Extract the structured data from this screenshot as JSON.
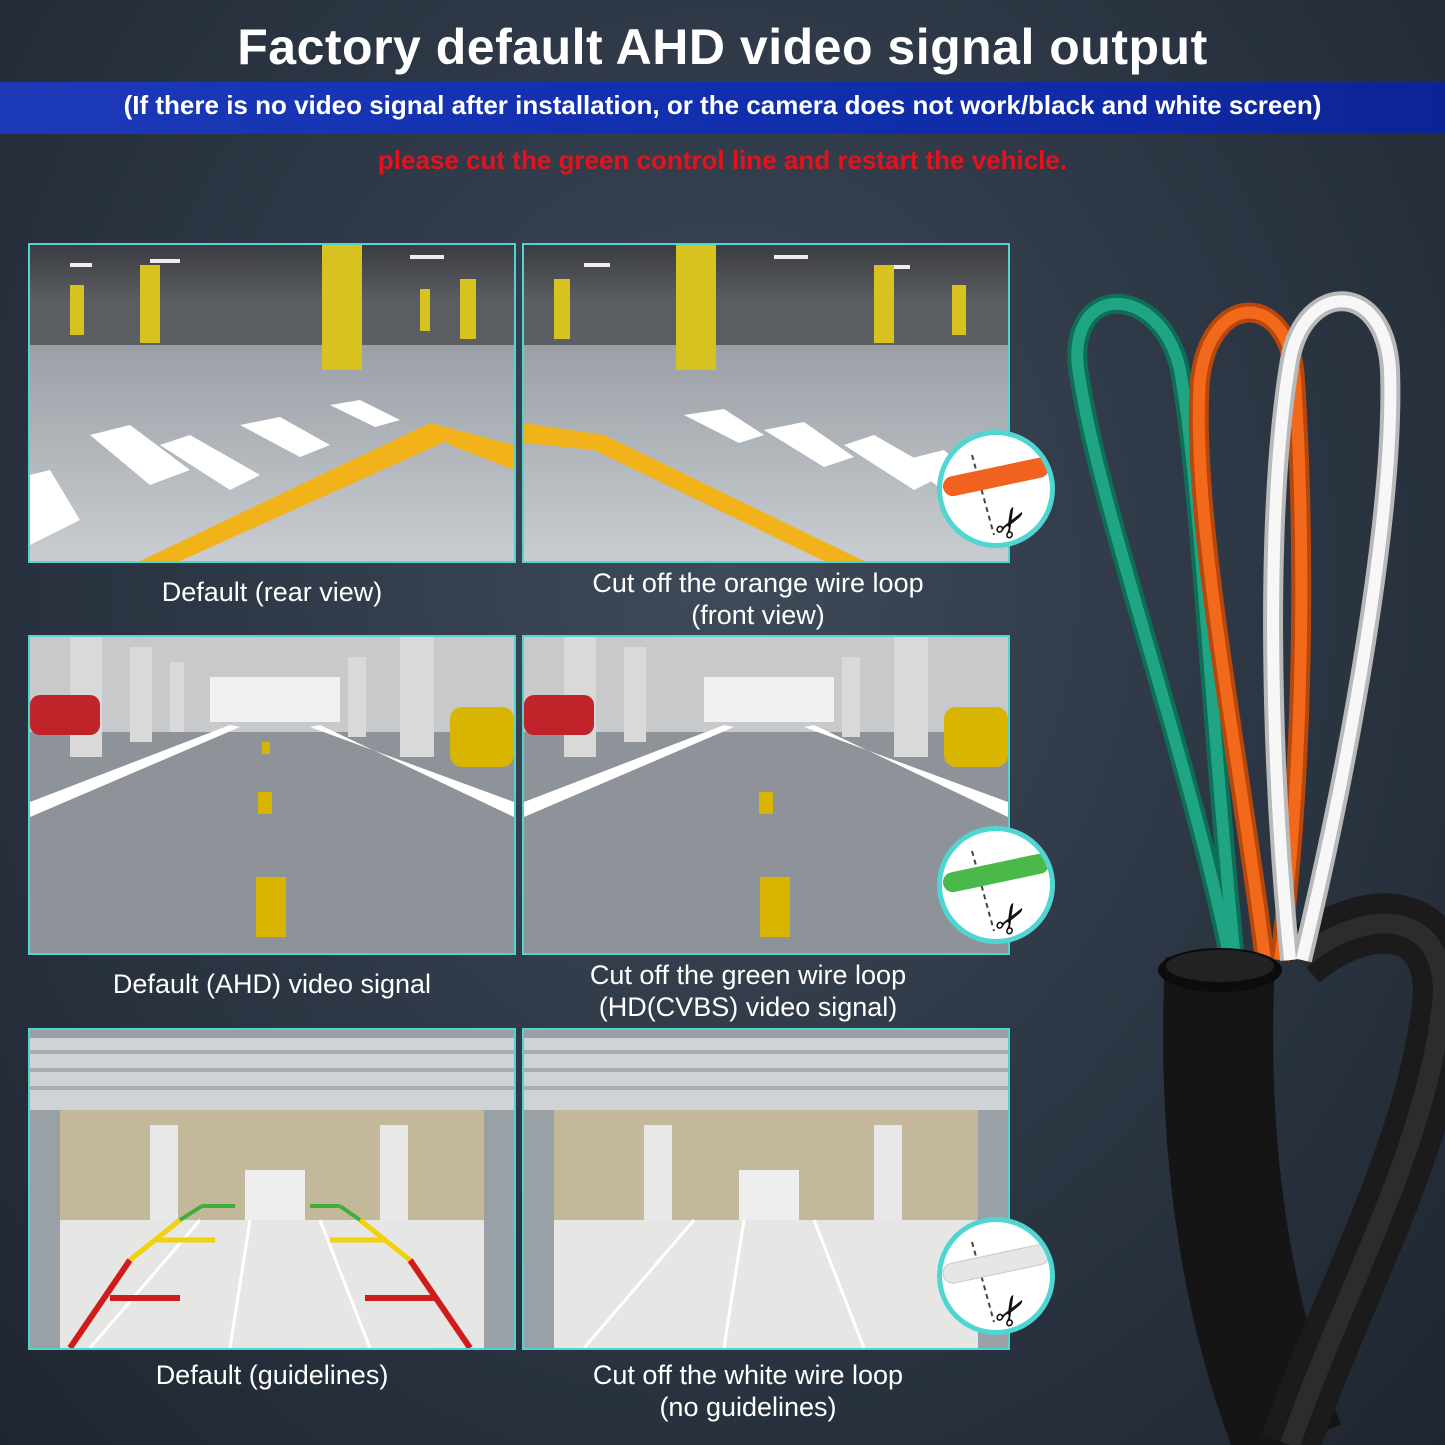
{
  "header": {
    "title": "Factory default AHD video signal output",
    "subtitle": "(If there is no video signal after installation, or the camera does not work/black and white screen)",
    "warning": "please cut the green control line and restart the vehicle."
  },
  "rows": [
    {
      "left_caption": [
        "Default (rear view)"
      ],
      "right_caption": [
        "Cut off the orange wire loop",
        "(front view)"
      ],
      "wire_color": "#f0621e"
    },
    {
      "left_caption": [
        "Default (AHD) video signal"
      ],
      "right_caption": [
        "Cut off the green  wire loop",
        "(HD(CVBS) video signal)"
      ],
      "wire_color": "#4bb84a"
    },
    {
      "left_caption": [
        "Default (guidelines)"
      ],
      "right_caption": [
        "Cut off the white wire loop",
        "(no guidelines)"
      ],
      "wire_color": "#e6e6e6"
    }
  ],
  "colors": {
    "accent": "#4fd6d2",
    "banner": "#1230b0",
    "warning": "#e4121c",
    "wire_green": "#1a9a78",
    "wire_orange": "#ee6418",
    "wire_white": "#f2f2f2",
    "cable_black": "#1b1b1b"
  },
  "icons": {
    "cut": "scissors-icon"
  }
}
